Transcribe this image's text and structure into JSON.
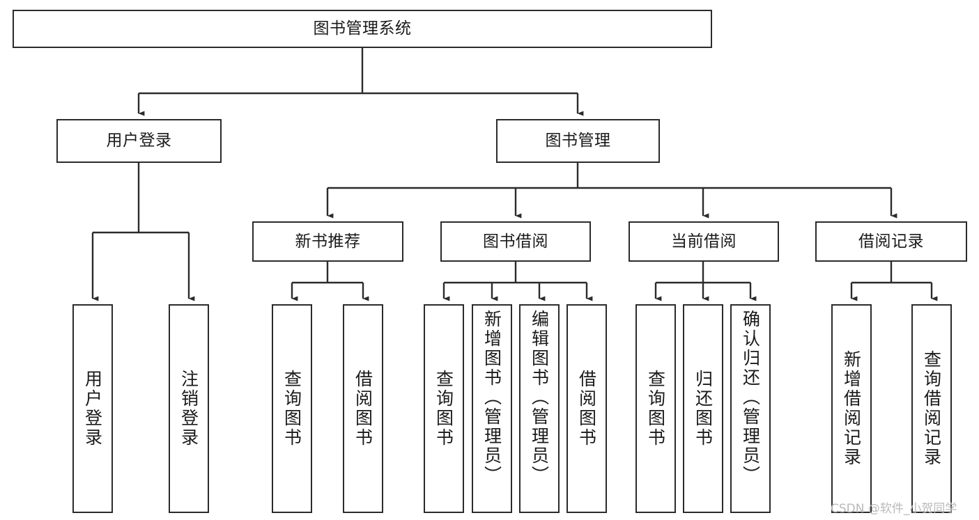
{
  "diagram": {
    "title": "图书管理系统",
    "type": "tree-hierarchy-chart",
    "orientation": "top-down",
    "edge_style": "orthogonal-with-arrowheads",
    "colors": {
      "box_border": "#2b2b2b",
      "box_fill": "#ffffff",
      "edge": "#2b2b2b",
      "text": "#1a1a1a",
      "background": "#ffffff",
      "watermark": "#b9b9b9"
    }
  },
  "watermark": {
    "text": "CSDN @软件_小贺同学"
  },
  "nodes": {
    "root": {
      "label": "图书管理系统",
      "level": 1
    },
    "level2": [
      {
        "id": "user-login",
        "label": "用户登录"
      },
      {
        "id": "book-management",
        "label": "图书管理"
      }
    ],
    "level3": [
      {
        "id": "new-book-recommend",
        "label": "新书推荐",
        "parent": "book-management"
      },
      {
        "id": "book-borrow",
        "label": "图书借阅",
        "parent": "book-management"
      },
      {
        "id": "current-borrow",
        "label": "当前借阅",
        "parent": "book-management"
      },
      {
        "id": "borrow-record",
        "label": "借阅记录",
        "parent": "book-management"
      }
    ],
    "leaves": [
      {
        "id": "leaf-user-login",
        "label": "用户登录",
        "parent": "user-login"
      },
      {
        "id": "leaf-logout",
        "label": "注销登录",
        "parent": "user-login"
      },
      {
        "id": "leaf-query-book-1",
        "label": "查询图书",
        "parent": "new-book-recommend"
      },
      {
        "id": "leaf-borrow-book-1",
        "label": "借阅图书",
        "parent": "new-book-recommend"
      },
      {
        "id": "leaf-query-book-2",
        "label": "查询图书",
        "parent": "book-borrow"
      },
      {
        "id": "leaf-add-book",
        "label": "新增图书（管理员）",
        "parent": "book-borrow"
      },
      {
        "id": "leaf-edit-book",
        "label": "编辑图书（管理员）",
        "parent": "book-borrow"
      },
      {
        "id": "leaf-borrow-book-2",
        "label": "借阅图书",
        "parent": "book-borrow"
      },
      {
        "id": "leaf-query-book-3",
        "label": "查询图书",
        "parent": "current-borrow"
      },
      {
        "id": "leaf-return-book",
        "label": "归还图书",
        "parent": "current-borrow"
      },
      {
        "id": "leaf-confirm-return",
        "label": "确认归还（管理员）",
        "parent": "current-borrow"
      },
      {
        "id": "leaf-add-record",
        "label": "新增借阅记录",
        "parent": "borrow-record"
      },
      {
        "id": "leaf-query-record",
        "label": "查询借阅记录",
        "parent": "borrow-record"
      }
    ]
  }
}
